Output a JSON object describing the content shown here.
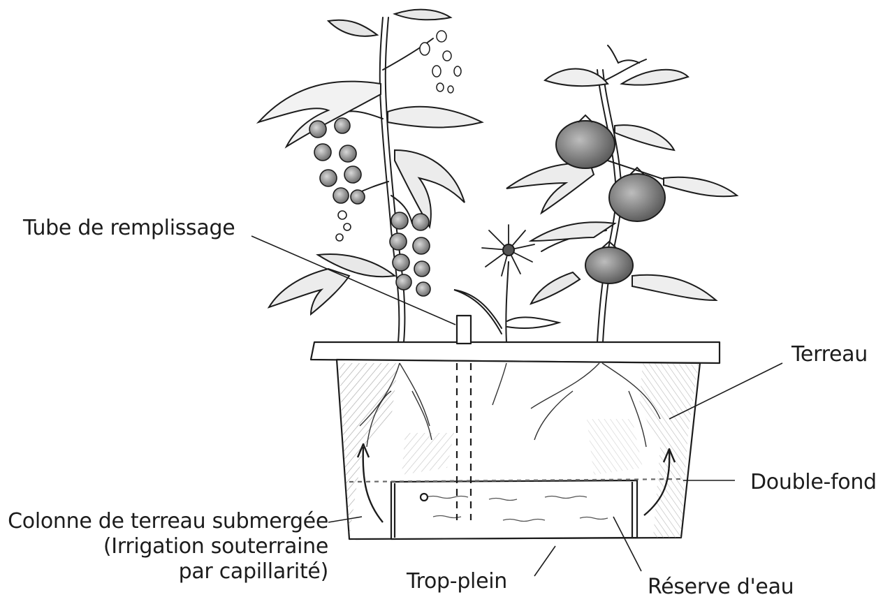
{
  "labels": {
    "tube": "Tube de remplissage",
    "terreau": "Terreau",
    "double_fond": "Double-fond",
    "colonne_line1": "Colonne de terreau submergée",
    "colonne_line2": "(Irrigation souterraine",
    "colonne_line3": "par capillarité)",
    "trop_plein": "Trop-plein",
    "reserve": "Réserve d'eau"
  },
  "colors": {
    "ink": "#1c1c1c",
    "shade": "#9a9a9a",
    "fruit": "#7a7a7a",
    "background": "#ffffff"
  },
  "icons": [
    "cherry-tomato-plant",
    "tomato-plant",
    "daisy-flower",
    "self-watering-planter"
  ]
}
